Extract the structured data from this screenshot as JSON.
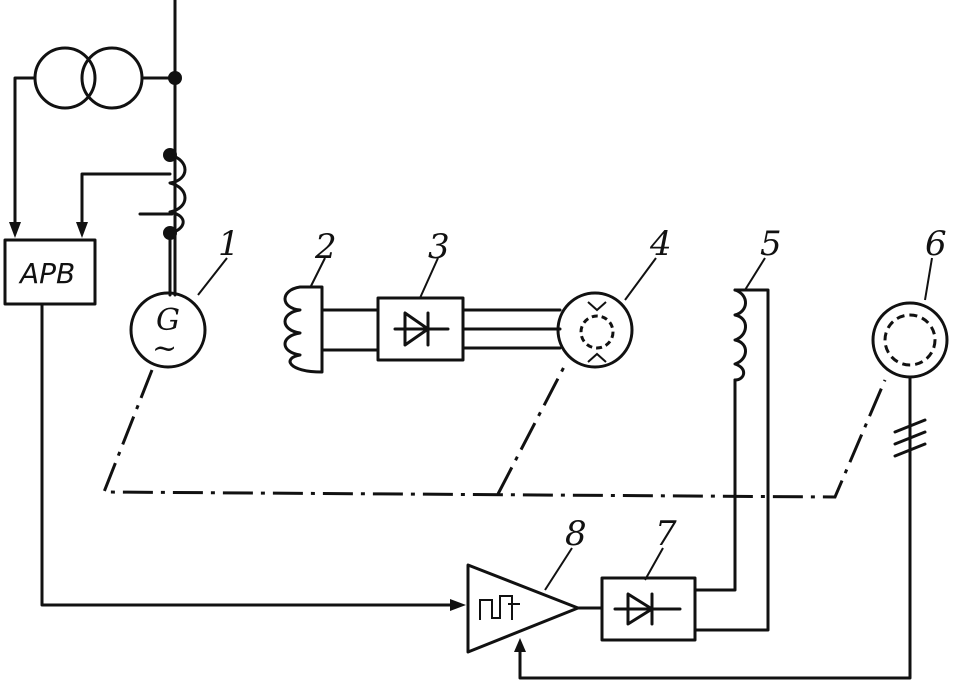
{
  "diagram": {
    "regulator_label": "АРВ",
    "generator_symbol": "G",
    "generator_wave": "~",
    "labels": [
      "1",
      "2",
      "3",
      "4",
      "5",
      "6",
      "7",
      "8"
    ]
  }
}
